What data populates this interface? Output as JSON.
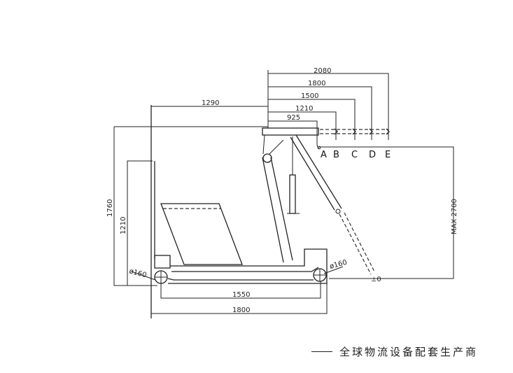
{
  "dimensions": {
    "top": [
      "2080",
      "1800",
      "1500",
      "1290",
      "1210",
      "925"
    ],
    "height_total": "1760",
    "height_mast": "1210",
    "wheelbase": "1550",
    "length": "1800",
    "wheel_left": "ø160",
    "wheel_right": "ø160",
    "max_height": "MAX 2700",
    "zero": "±0"
  },
  "positions": [
    "A",
    "B",
    "C",
    "D",
    "E"
  ],
  "footer": {
    "caption": "全球物流设备配套生产商"
  }
}
